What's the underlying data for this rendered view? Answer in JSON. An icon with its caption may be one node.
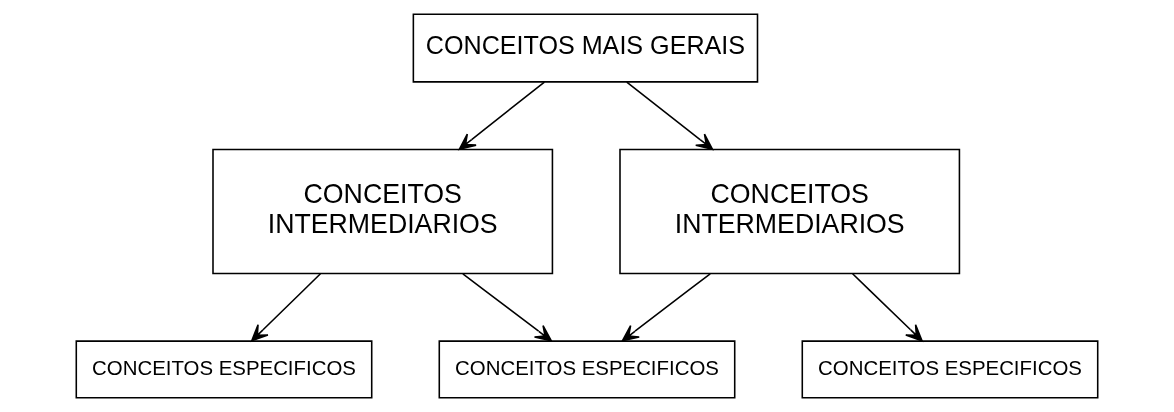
{
  "diagram": {
    "nodes": [
      {
        "text": [
          "CONCEITOS MAIS GERAIS"
        ]
      },
      {
        "text": [
          "CONCEITOS INTERMEDIARIOS"
        ]
      },
      {
        "text": [
          "CONCEITOS INTERMEDIARIOS"
        ]
      },
      {
        "text": [
          "CONCEITOS ESPECIFICOS"
        ]
      },
      {
        "text": [
          "CONCEITOS ESPECIFICOS"
        ]
      },
      {
        "text": [
          "CONCEITOS ESPECIFICOS"
        ]
      }
    ],
    "edges": [
      {
        "from": 0,
        "to": 1,
        "arrow": "to"
      },
      {
        "from": 0,
        "to": 2,
        "arrow": "to"
      },
      {
        "from": 1,
        "to": 3,
        "arrow": "to"
      },
      {
        "from": 1,
        "to": 4,
        "arrow": "to"
      },
      {
        "from": 2,
        "to": 4,
        "arrow": "to"
      },
      {
        "from": 2,
        "to": 5,
        "arrow": "to"
      }
    ]
  }
}
